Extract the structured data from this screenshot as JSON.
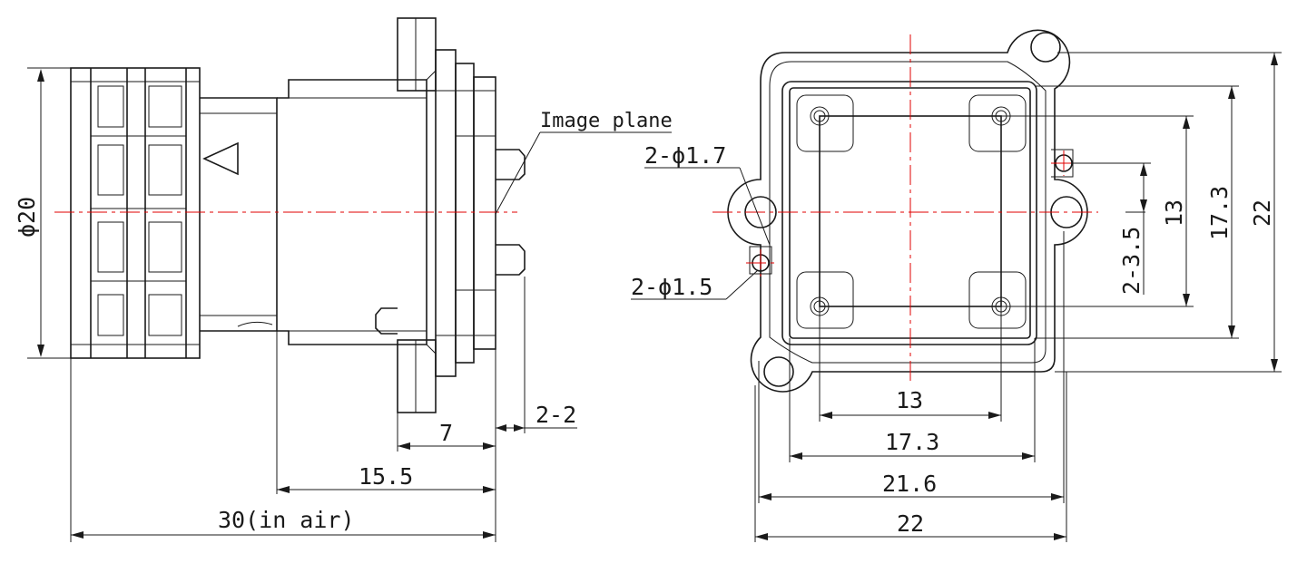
{
  "side_view": {
    "image_plane_label": "Image plane",
    "diameter_label": "ϕ20",
    "dim_7": "7",
    "dim_2_2": "2-2",
    "dim_15_5": "15.5",
    "dim_30": "30(in air)"
  },
  "front_view": {
    "hole_label_1_7": "2-ϕ1.7",
    "hole_label_1_5": "2-ϕ1.5",
    "dim_bottom_13": "13",
    "dim_bottom_17_3": "17.3",
    "dim_bottom_21_6": "21.6",
    "dim_bottom_22": "22",
    "dim_right_3_5": "2-3.5",
    "dim_right_13": "13",
    "dim_right_17_3": "17.3",
    "dim_right_22": "22"
  },
  "colors": {
    "line": "#1a1a1a",
    "centerline": "#e00000"
  }
}
